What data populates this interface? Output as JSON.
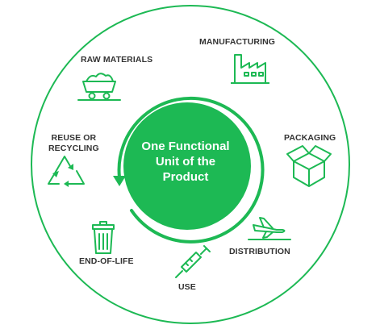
{
  "center": {
    "line1": "One Functional",
    "line2": "Unit of the",
    "line3": "Product"
  },
  "stages": {
    "raw_materials": "RAW MATERIALS",
    "manufacturing": "MANUFACTURING",
    "packaging": "PACKAGING",
    "distribution": "DISTRIBUTION",
    "use": "USE",
    "end_of_life": "END-OF-LIFE",
    "reuse_line1": "REUSE OR",
    "reuse_line2": "RECYCLING"
  },
  "colors": {
    "accent": "#1db954",
    "ring": "#1db954",
    "text": "#333333"
  },
  "icons": {
    "raw_materials": "mine-cart-icon",
    "manufacturing": "factory-icon",
    "packaging": "box-icon",
    "distribution": "airplane-icon",
    "use": "syringe-icon",
    "end_of_life": "trash-can-icon",
    "reuse": "recycle-icon"
  }
}
